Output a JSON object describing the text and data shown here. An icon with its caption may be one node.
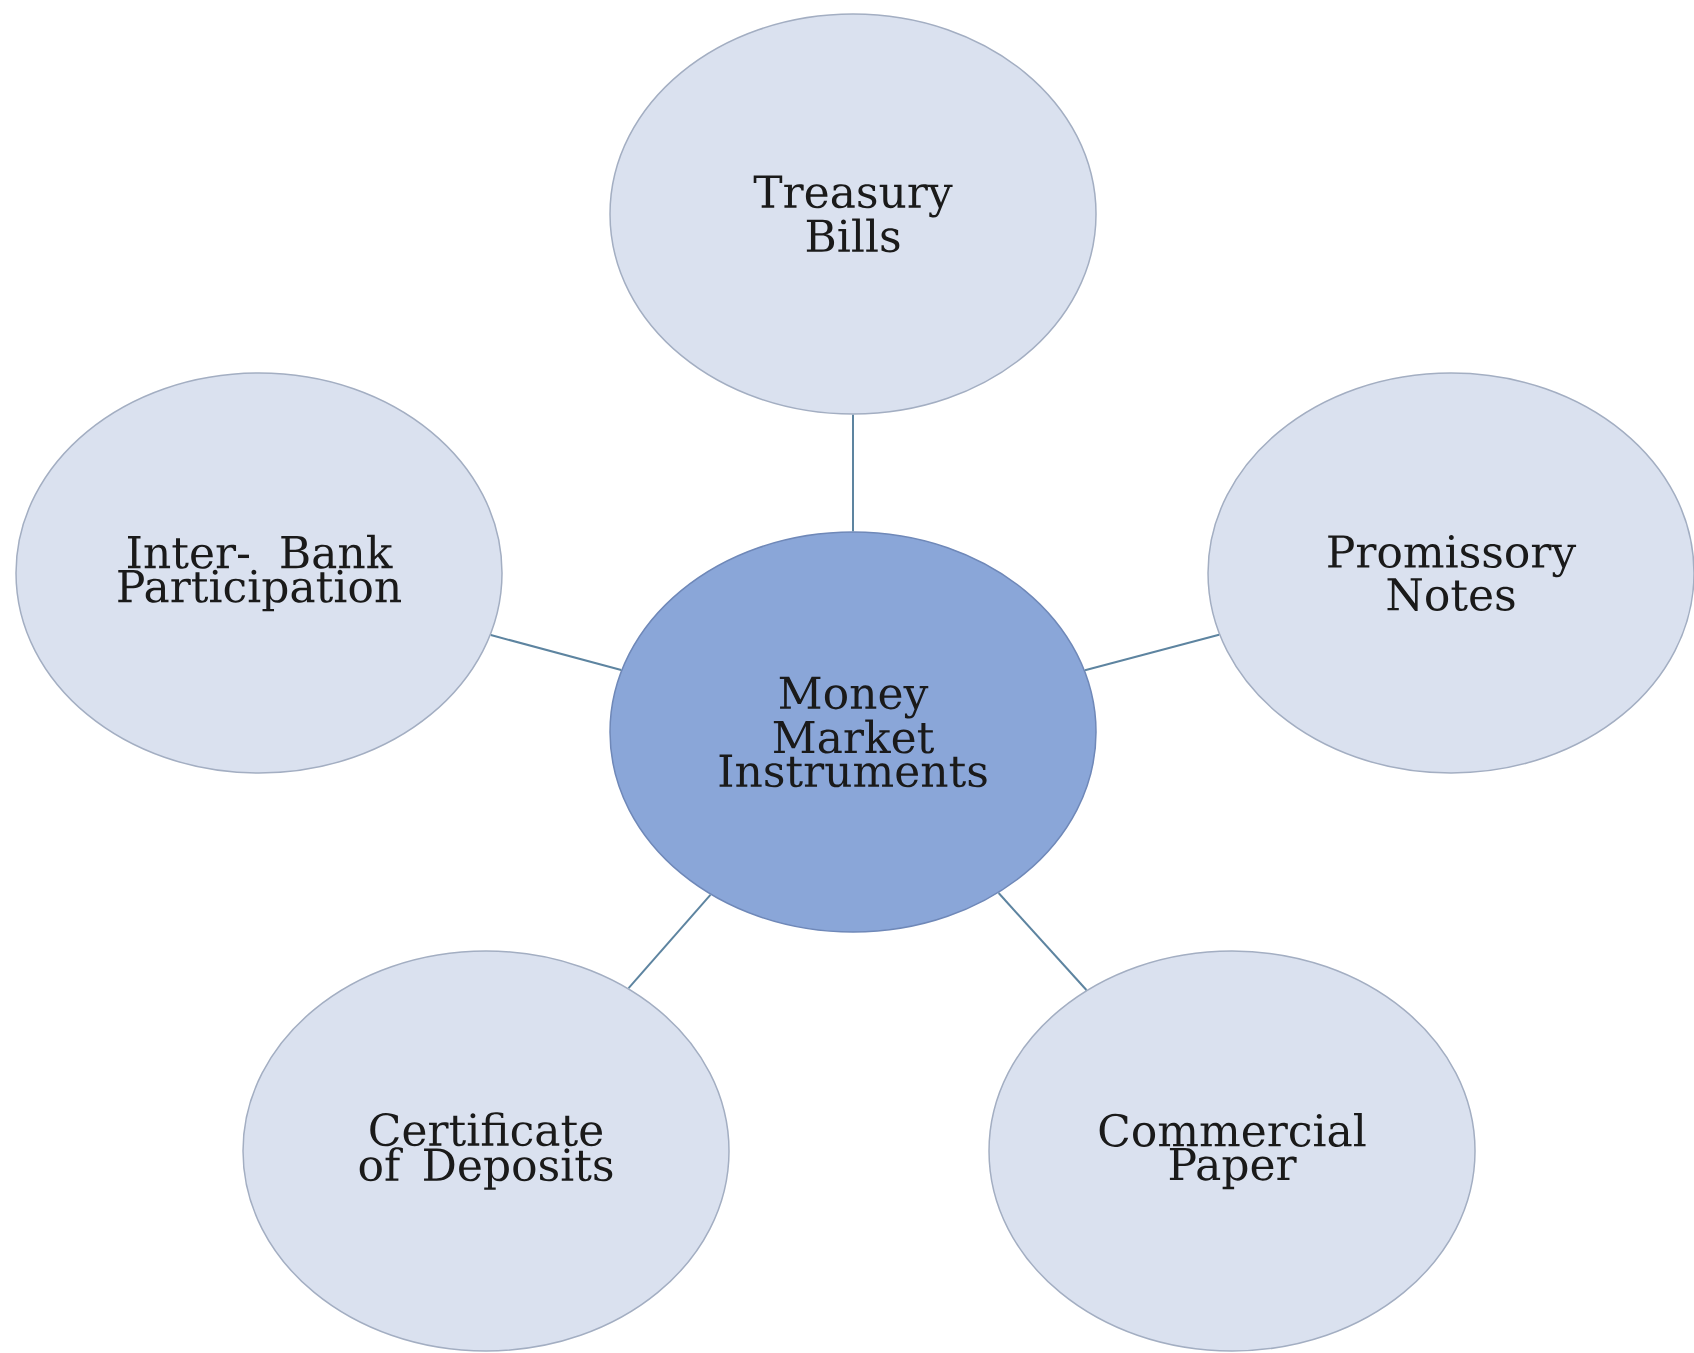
{
  "diagram": {
    "nodes": [
      {
        "text": [
          "Treasury Bills"
        ]
      },
      {
        "text": [
          "Inter- Bank Participation"
        ]
      },
      {
        "text": [
          "Promissory Notes"
        ]
      },
      {
        "text": [
          "Money Market Instruments"
        ]
      },
      {
        "text": [
          "Certificate of Deposits"
        ]
      },
      {
        "text": [
          "Commercial Paper"
        ]
      }
    ],
    "edges": [
      {
        "from": 3,
        "to": 0,
        "arrow": "none"
      },
      {
        "from": 3,
        "to": 1,
        "arrow": "none"
      },
      {
        "from": 3,
        "to": 2,
        "arrow": "none"
      },
      {
        "from": 3,
        "to": 4,
        "arrow": "none"
      },
      {
        "from": 3,
        "to": 5,
        "arrow": "none"
      }
    ]
  }
}
